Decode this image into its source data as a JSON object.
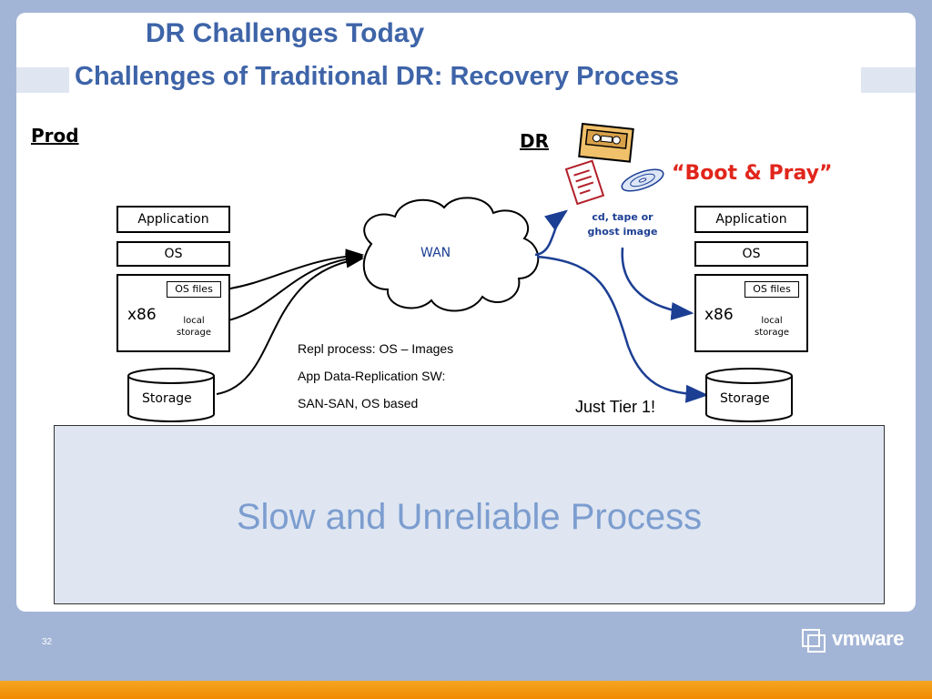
{
  "header": {
    "title": "DR Challenges Today",
    "subtitle": "Challenges of Traditional DR: Recovery Process"
  },
  "prod": {
    "label": "Prod",
    "application": "Application",
    "os": "OS",
    "server": "x86",
    "os_files": "OS files",
    "local_storage": "local storage",
    "storage": "Storage"
  },
  "dr": {
    "label": "DR",
    "application": "Application",
    "os": "OS",
    "server": "x86",
    "os_files": "OS files",
    "local_storage": "local storage",
    "storage": "Storage",
    "media_caption": "cd, tape or ghost image",
    "boot_pray": "“Boot & Pray”",
    "tier_note": "Just Tier 1!"
  },
  "network": {
    "wan": "WAN"
  },
  "replication_notes": [
    "Repl process: OS – Images",
    "App Data-Replication SW:",
    "SAN-SAN, OS based"
  ],
  "result": {
    "text": "Slow and Unreliable Process"
  },
  "footer": {
    "page_number": "32",
    "logo_text": "vmware"
  },
  "colors": {
    "title": "#3e64a8",
    "frame": "#a3b5d6",
    "accent_red": "#e1251b",
    "arrow_blue": "#1c3f94",
    "result_text": "#7c9dcf",
    "bar_orange": "#f08a00"
  }
}
